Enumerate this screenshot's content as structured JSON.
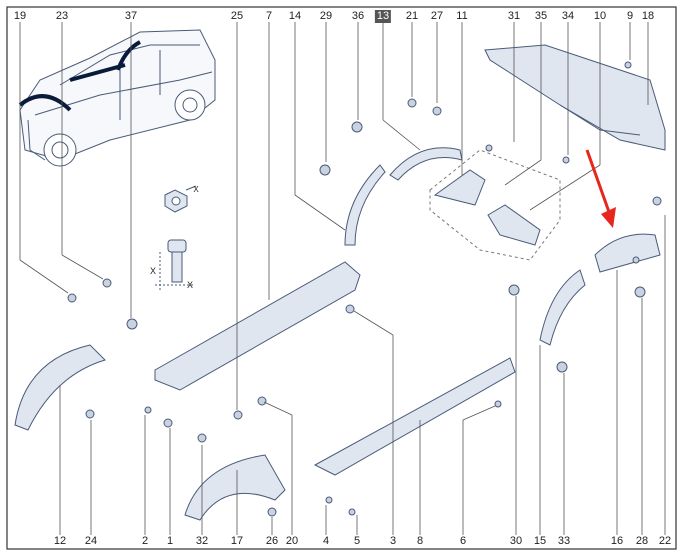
{
  "top_labels": [
    "19",
    "23",
    "37",
    "25",
    "7",
    "14",
    "29",
    "36",
    "13",
    "21",
    "27",
    "11",
    "31",
    "35",
    "34",
    "10",
    "9",
    "18"
  ],
  "bottom_labels": [
    "12",
    "24",
    "2",
    "1",
    "32",
    "17",
    "26",
    "20",
    "4",
    "5",
    "3",
    "8",
    "6",
    "30",
    "15",
    "33",
    "16",
    "28",
    "22"
  ],
  "highlighted_label": "13",
  "axis_letters": [
    "X",
    "X",
    "X"
  ],
  "arrow_color": "#e8251f",
  "line_color": "#4a5a78",
  "part_fill": "#dfe6f0"
}
